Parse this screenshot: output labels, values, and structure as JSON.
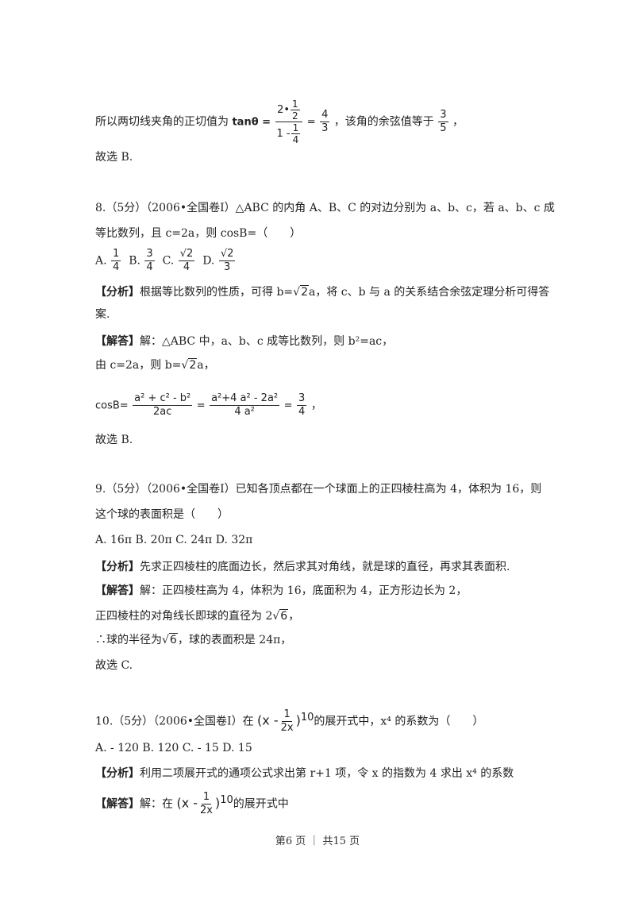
{
  "tan_line": {
    "prefix": "所以两切线夹角的正切值为",
    "tan": "tanθ =",
    "num_a": "2•",
    "num_frac_n": "1",
    "num_frac_d": "2",
    "den_a": "1 -",
    "den_frac_n": "1",
    "den_frac_d": "4",
    "eq": "=",
    "res_n": "4",
    "res_d": "3",
    "mid": "，该角的余弦值等于",
    "cos_n": "3",
    "cos_d": "5",
    "end": "，"
  },
  "q7_answer": "故选 B.",
  "q8": {
    "line1": "8.（5分）（2006•全国卷Ⅰ）△ABC 的内角 A、B、C 的对边分别为 a、b、c，若 a、b、c 成",
    "line2": "等比数列，且 c=2a，则 cosB=（　　）",
    "opt_a": "A.",
    "opt_a_n": "1",
    "opt_a_d": "4",
    "opt_b": "B.",
    "opt_b_n": "3",
    "opt_b_d": "4",
    "opt_c": "C.",
    "opt_c_n": "√2",
    "opt_c_d": "4",
    "opt_d": "D.",
    "opt_d_n": "√2",
    "opt_d_d": "3",
    "analysis_label": "【分析】",
    "analysis_a": "根据等比数列的性质，可得 b=",
    "analysis_b": "2",
    "analysis_c": "a，将 c、b 与 a 的关系结合余弦定理分析可得答",
    "analysis_line2": "案.",
    "solution_label": "【解答】",
    "solution_text": "解：△ABC 中，a、b、c 成等比数列，则 b²=ac，",
    "step2_a": "由 c=2a，则 b=",
    "step2_b": "2",
    "step2_c": "a，",
    "cos_label": "cosB=",
    "cos_n1": "a² + c² - b²",
    "cos_d1": "2ac",
    "cos_eq": "=",
    "cos_n2": "a²+4 a² - 2a²",
    "cos_d2": "4 a²",
    "cos_eq2": "=",
    "cos_rn": "3",
    "cos_rd": "4",
    "cos_end": "，",
    "answer": "故选 B."
  },
  "q9": {
    "line1": "9.（5分）（2006•全国卷Ⅰ）已知各顶点都在一个球面上的正四棱柱高为 4，体积为 16，则",
    "line2": "这个球的表面积是（　　）",
    "options": "A. 16π  B. 20π  C. 24π  D. 32π",
    "analysis_label": "【分析】",
    "analysis": "先求正四棱柱的底面边长，然后求其对角线，就是球的直径，再求其表面积.",
    "solution_label": "【解答】",
    "solution": "解：正四棱柱高为 4，体积为 16，底面积为 4，正方形边长为 2，",
    "step2_a": "正四棱柱的对角线长即球的直径为 2",
    "step2_b": "6",
    "step2_c": "，",
    "step3_a": "∴球的半径为",
    "step3_b": "6",
    "step3_c": "，球的表面积是 24π，",
    "answer": "故选 C."
  },
  "q10": {
    "line1_a": "10.（5分）（2006•全国卷Ⅰ）在",
    "expr_open": "(x -",
    "expr_n": "1",
    "expr_d": "2x",
    "expr_close": ")",
    "expr_pow": "10",
    "line1_b": "的展开式中，x⁴ 的系数为（　　）",
    "options": "A. - 120   B. 120  C. - 15 D. 15",
    "analysis_label": "【分析】",
    "analysis": "利用二项展开式的通项公式求出第 r+1 项，令 x 的指数为 4 求出 x⁴ 的系数",
    "solution_label": "【解答】",
    "solution_a": "解：在",
    "solution_b": "的展开式中"
  },
  "footer": "第6 页 ｜ 共15 页"
}
